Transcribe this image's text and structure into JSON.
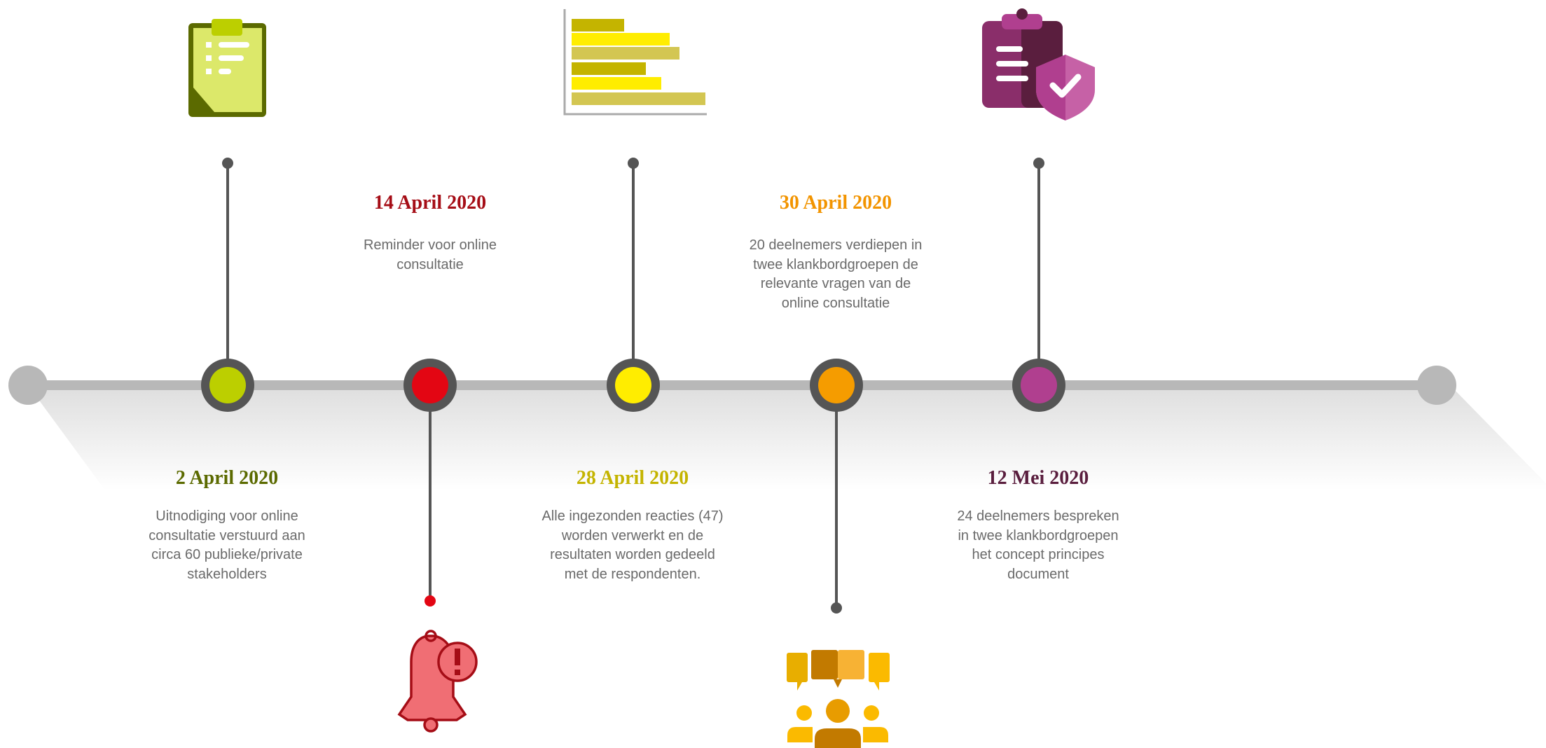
{
  "colors": {
    "track": "#b8b8b8",
    "ring": "#555555",
    "stem": "#555555",
    "shadow": "#e9e9e9"
  },
  "events": [
    {
      "date": "2 April 2020",
      "description": "Uitnodiging voor online consultatie verstuurd aan circa 60 publieke/private stakeholders",
      "color": "#bccf00",
      "date_color": "#5b6a00",
      "icon": "clipboard-list-icon",
      "stem": "up"
    },
    {
      "date": "14 April 2020",
      "description": "Reminder voor online consultatie",
      "color": "#e30613",
      "date_color": "#a50d16",
      "icon": "bell-alert-icon",
      "stem": "down"
    },
    {
      "date": "28 April 2020",
      "description": "Alle ingezonden reacties (47) worden verwerkt en de resultaten worden gedeeld met de respondenten.",
      "color": "#ffed00",
      "date_color": "#c4b400",
      "icon": "bar-chart-icon",
      "stem": "up"
    },
    {
      "date": "30 April 2020",
      "description": "20 deelnemers verdiepen in twee klankbordgroepen de relevante vragen van de online consultatie",
      "color": "#f59c00",
      "date_color": "#f29400",
      "icon": "group-discussion-icon",
      "stem": "down"
    },
    {
      "date": "12 Mei 2020",
      "description": "24 deelnemers bespreken in twee klankbordgroepen het concept principes document",
      "color": "#b03f8f",
      "date_color": "#5a1e3e",
      "icon": "clipboard-shield-icon",
      "stem": "up"
    }
  ]
}
